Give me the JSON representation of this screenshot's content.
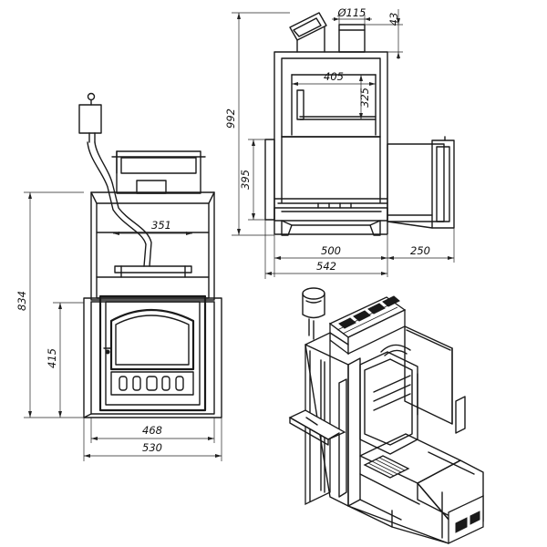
{
  "dimensions": {
    "front_inner_width": "351",
    "front_height": "834",
    "front_door_height": "415",
    "front_door_width": "468",
    "front_total_width": "530",
    "side_total_height": "992",
    "side_pipe_diameter": "Ø115",
    "side_pipe_offset": "43",
    "side_tank_width": "405",
    "side_tank_height": "325",
    "side_firebox_height": "395",
    "side_body_depth": "500",
    "side_extension": "250",
    "side_total_depth": "542"
  }
}
